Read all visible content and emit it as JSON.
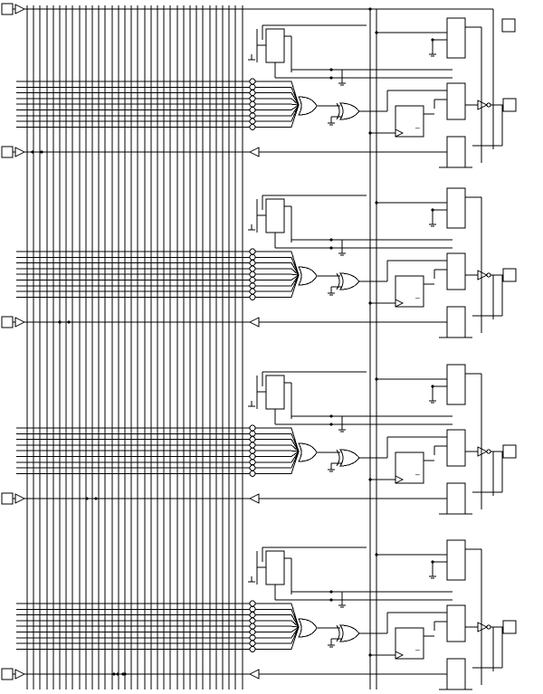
{
  "figure": {
    "kind": "logic-schematic",
    "description_of_content": "",
    "colors": {
      "ink": "#000000",
      "background": "#ffffff"
    }
  },
  "macrocells": [
    {
      "id": 1
    },
    {
      "id": 2
    },
    {
      "id": 3
    },
    {
      "id": 4
    }
  ],
  "glyphs": {
    "inverted_output_mark": "–"
  },
  "icons": {
    "and_gate": "and-gate-icon",
    "xor_gate": "xor-gate-icon",
    "buffer": "buffer-icon",
    "flip_flop": "flip-flop-icon",
    "mux": "mux-icon",
    "ground": "ground-icon",
    "pin": "pin-icon"
  }
}
